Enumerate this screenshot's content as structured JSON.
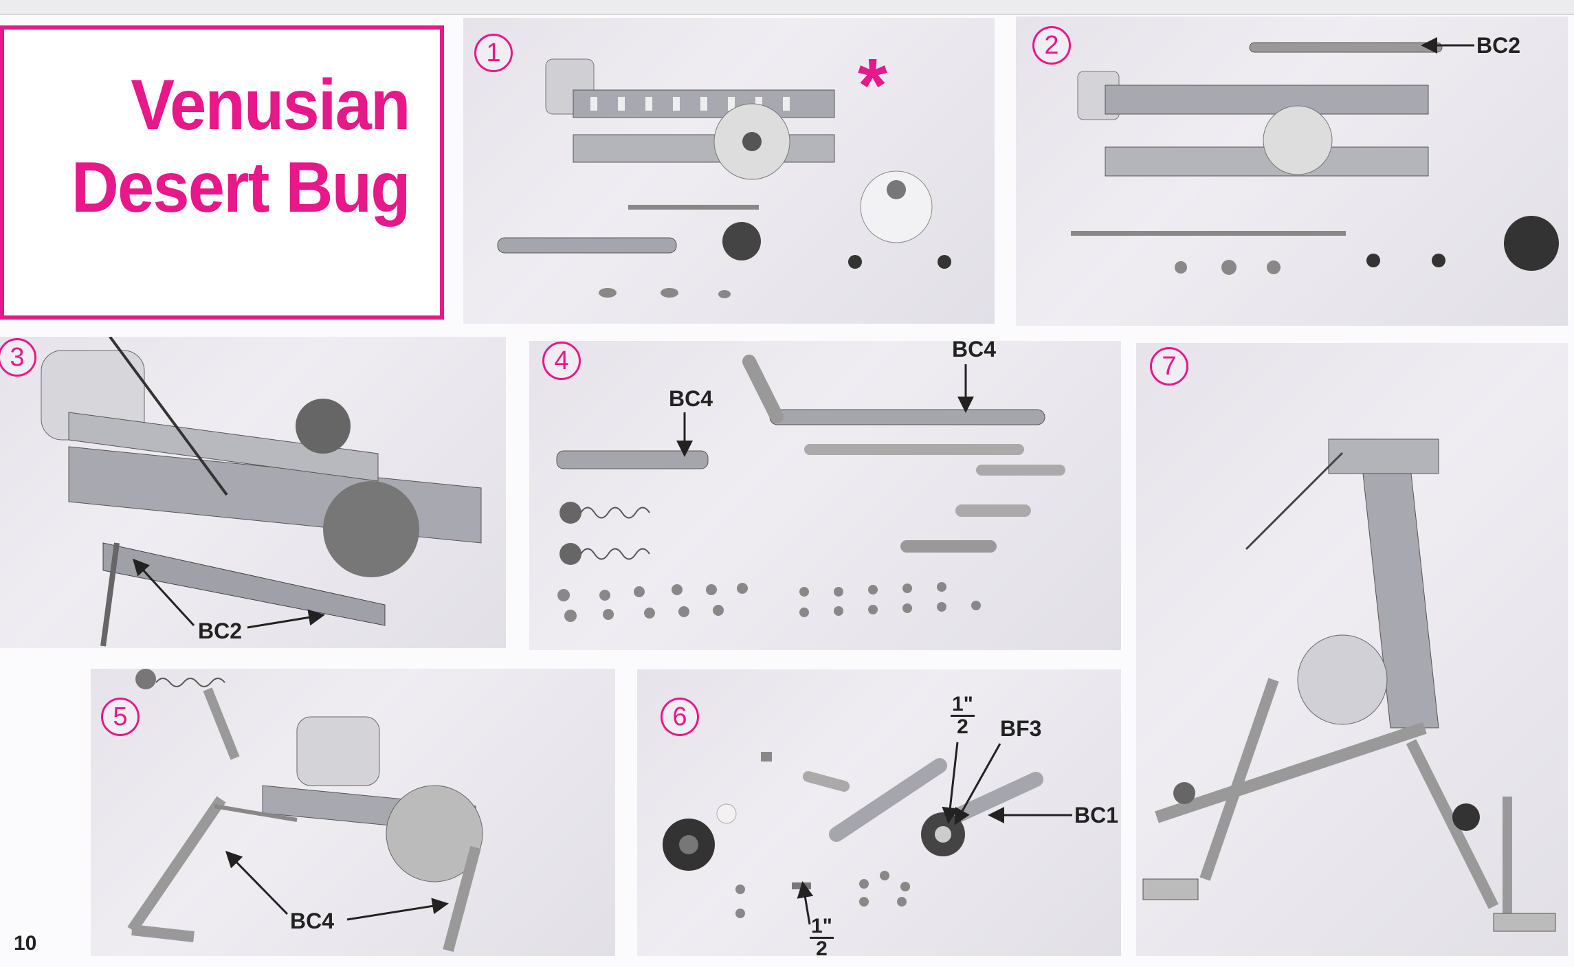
{
  "title": {
    "line1": "Venusian",
    "line2": "Desert Bug"
  },
  "steps": [
    "1",
    "2",
    "3",
    "4",
    "5",
    "6",
    "7"
  ],
  "step1": {
    "marker": "*"
  },
  "step2": {
    "labels": [
      "BC2"
    ]
  },
  "step3": {
    "labels": [
      "BC2"
    ]
  },
  "step4": {
    "labels": [
      "BC4",
      "BC4"
    ]
  },
  "step5": {
    "labels": [
      "BC4"
    ]
  },
  "step6": {
    "fraction_top": {
      "num": "1\"",
      "den": "2"
    },
    "labels": [
      "BF3",
      "BC1"
    ],
    "fraction_bottom": {
      "num": "1\"",
      "den": "2"
    }
  },
  "page_number": "10",
  "colors": {
    "accent": "#e8178a",
    "panel": "#e8e5ec",
    "text": "#222222"
  }
}
